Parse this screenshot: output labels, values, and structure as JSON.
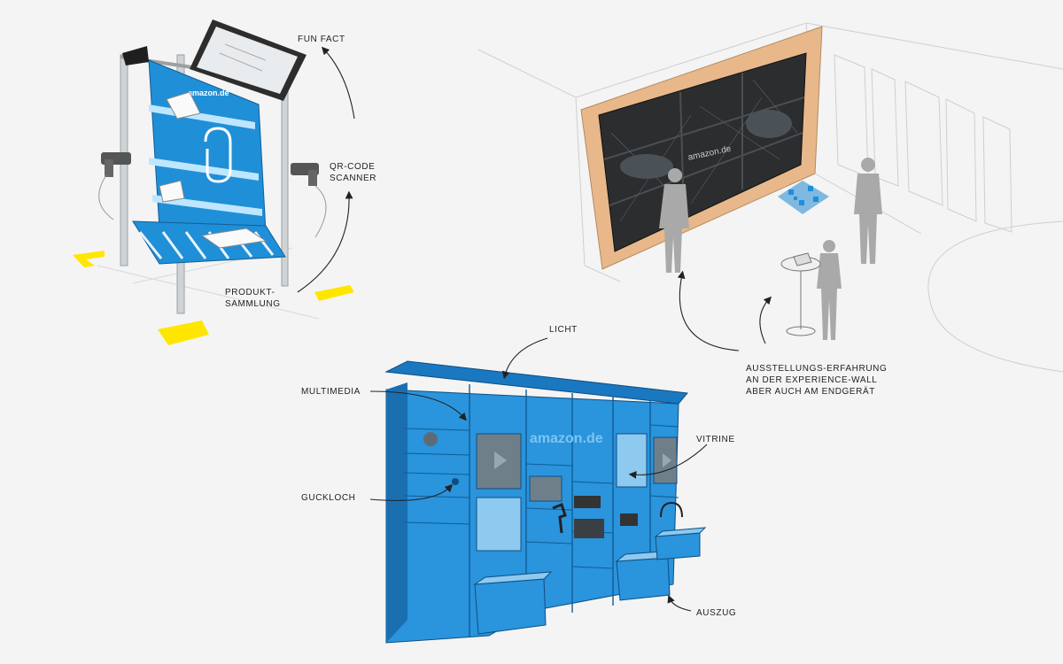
{
  "labels": {
    "fun_fact": "FUN FACT",
    "qr_scanner_1": "QR-CODE",
    "qr_scanner_2": "SCANNER",
    "produkt_1": "PRODUKT-",
    "produkt_2": "SAMMLUNG",
    "licht": "LICHT",
    "multimedia": "MULTIMEDIA",
    "guckloch": "GUCKLOCH",
    "vitrine": "VITRINE",
    "auszug": "AUSZUG",
    "wall_1": "AUSSTELLUNGS-ERFAHRUNG",
    "wall_2": "AN DER EXPERIENCE-WALL",
    "wall_3": "ABER AUCH AM ENDGERÄT"
  },
  "brand": {
    "logo_text": "amazon.de",
    "logo_text_small": "amazon.de"
  },
  "colors": {
    "blue": "#1f8fd8",
    "blue_dark": "#1a6fb0",
    "yellow": "#ffe600",
    "wall_wood": "#e8b88a",
    "screen": "#2b2b2b",
    "person": "#a9a9a9"
  }
}
